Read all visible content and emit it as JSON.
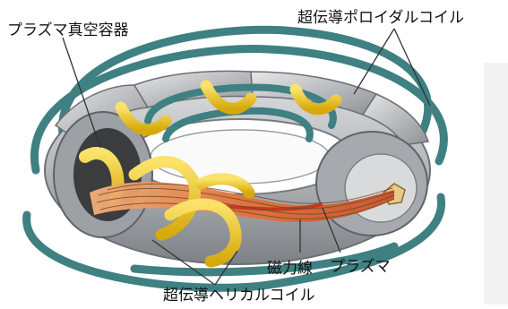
{
  "labels": {
    "plasma_vessel": "プラズマ真空容器",
    "poloidal_coil": "超伝導ポロイダルコイル",
    "magnetic_field_line": "磁力線",
    "plasma": "プラズマ",
    "helical_coil": "超伝導ヘリカルコイル"
  },
  "colors": {
    "poloidal_coil": "#3f8082",
    "vessel_shell": "#b8babc",
    "helical_coil": "#f2cc1d",
    "plasma": "#e0783a"
  }
}
